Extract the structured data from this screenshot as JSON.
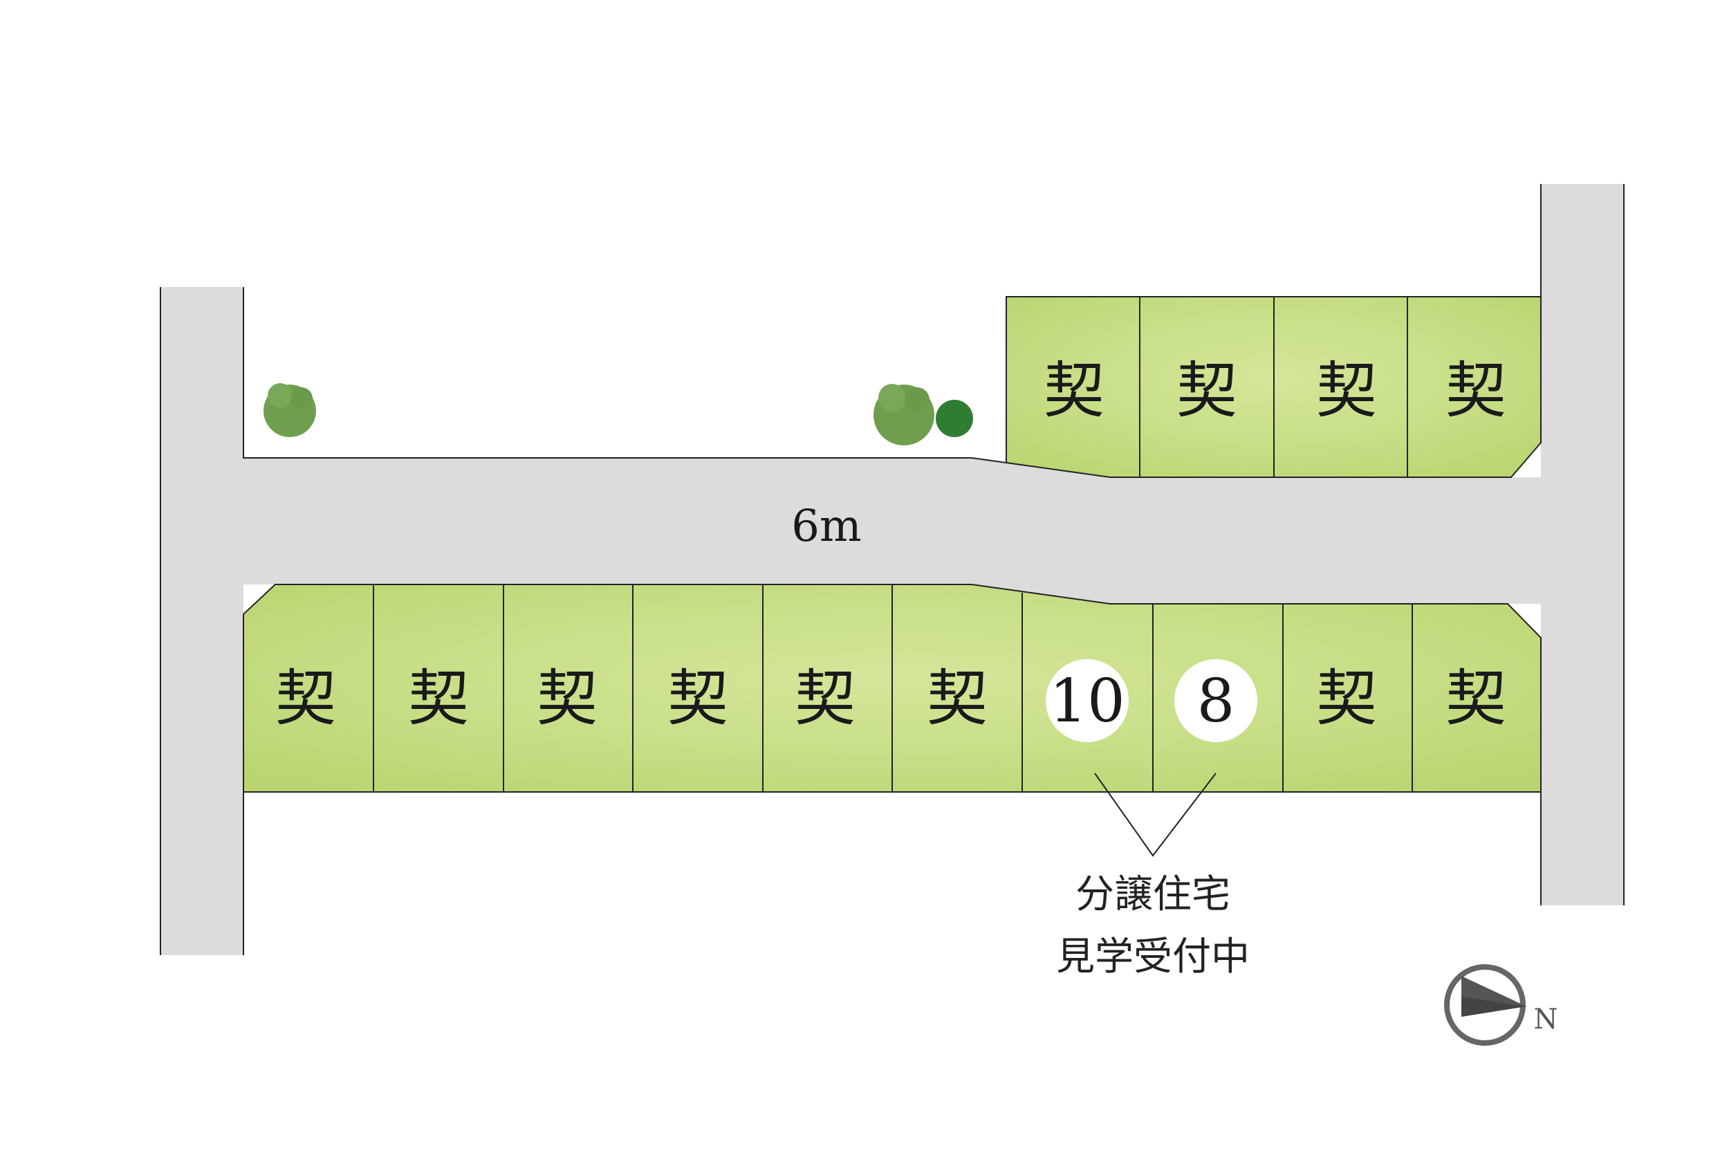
{
  "road": {
    "width_label": "6m"
  },
  "lots": {
    "sold_mark": "契",
    "north_row": [
      {
        "id": "n1",
        "status": "sold"
      },
      {
        "id": "n2",
        "status": "sold"
      },
      {
        "id": "n3",
        "status": "sold"
      },
      {
        "id": "n4",
        "status": "sold"
      }
    ],
    "south_row": [
      {
        "id": "s1",
        "status": "sold"
      },
      {
        "id": "s2",
        "status": "sold"
      },
      {
        "id": "s3",
        "status": "sold"
      },
      {
        "id": "s4",
        "status": "sold"
      },
      {
        "id": "s5",
        "status": "sold"
      },
      {
        "id": "s6",
        "status": "sold"
      },
      {
        "id": "s7",
        "status": "available",
        "number": "10"
      },
      {
        "id": "s8",
        "status": "available",
        "number": "8"
      },
      {
        "id": "s9",
        "status": "sold"
      },
      {
        "id": "s10",
        "status": "sold"
      }
    ]
  },
  "callout": {
    "line1": "分譲住宅",
    "line2": "見学受付中"
  },
  "compass": {
    "label": "N"
  },
  "colors": {
    "lot_fill": "#c4dc80",
    "lot_fill_light": "#d6e69e",
    "road": "#dcdcdc",
    "tree_light": "#6f9e4f",
    "tree_dark": "#2e7d32",
    "outline": "#222222"
  }
}
